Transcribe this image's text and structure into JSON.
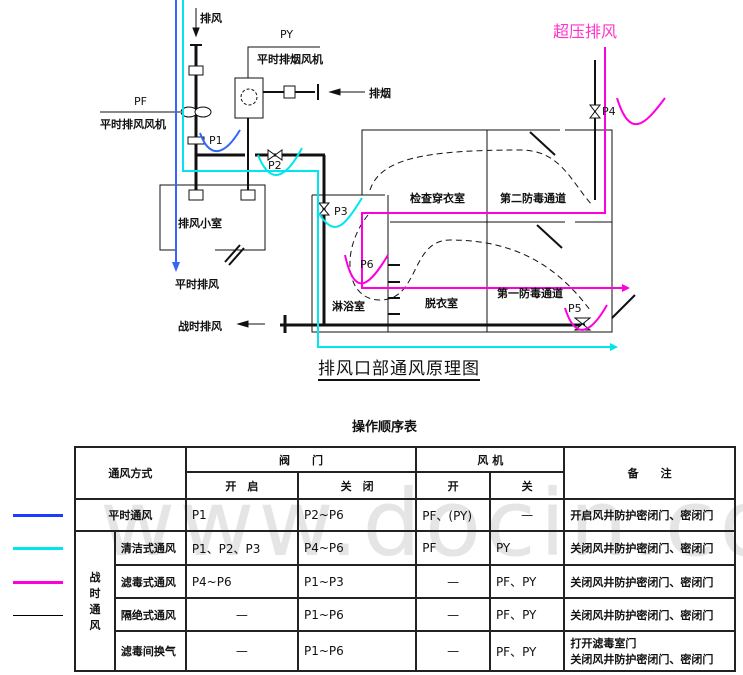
{
  "diagram": {
    "title": "排风口部通风原理图",
    "overpressure_label": "超压排风",
    "labels": {
      "exhaust_top": "排风",
      "py": "PY",
      "smoke_fan": "平时排烟风机",
      "smoke_exhaust": "排烟",
      "pf": "PF",
      "exhaust_fan": "平时排风风机",
      "exhaust_room": "排风小室",
      "peace_exhaust": "平时排风",
      "war_exhaust": "战时排风",
      "inspect_room": "检查穿衣室",
      "second_channel": "第二防毒通道",
      "shower_room": "淋浴室",
      "undress_room": "脱衣室",
      "first_channel": "第一防毒通道"
    },
    "valves": [
      "P1",
      "P2",
      "P3",
      "P4",
      "P5",
      "P6"
    ],
    "colors": {
      "peacetime": "#1a3cff",
      "clean": "#00e5ee",
      "filter": "#ff00dd",
      "isolate": "#000000",
      "overpressure": "#ff33cc"
    }
  },
  "table": {
    "title": "操作顺序表",
    "headers": {
      "mode": "通风方式",
      "valves": "阀　　门",
      "valve_open": "开　启",
      "valve_close": "关　闭",
      "fans": "风 机",
      "fan_on": "开",
      "fan_off": "关",
      "notes": "备　　注"
    },
    "wartime_group": "战时通风",
    "rows": [
      {
        "mode": "平时通风",
        "open": "P1",
        "close": "P2~P6",
        "fan_on": "PF、(PY)",
        "fan_off": "—",
        "notes": "开启风井防护密闭门、密闭门"
      },
      {
        "mode": "清洁式通风",
        "open": "P1、P2、P3",
        "close": "P4~P6",
        "fan_on": "PF",
        "fan_off": "PY",
        "notes": "关闭风井防护密闭门、密闭门"
      },
      {
        "mode": "滤毒式通风",
        "open": "P4~P6",
        "close": "P1~P3",
        "fan_on": "—",
        "fan_off": "PF、PY",
        "notes": "关闭风井防护密闭门、密闭门"
      },
      {
        "mode": "隔绝式通风",
        "open": "—",
        "close": "P1~P6",
        "fan_on": "—",
        "fan_off": "PF、PY",
        "notes": "关闭风井防护密闭门、密闭门"
      },
      {
        "mode": "滤毒间换气",
        "open": "—",
        "close": "P1~P6",
        "fan_on": "—",
        "fan_off": "PF、PY",
        "notes": "打开滤毒室门",
        "notes2": "关闭风井防护密闭门、密闭门"
      }
    ]
  },
  "watermark": "www.docin.com"
}
